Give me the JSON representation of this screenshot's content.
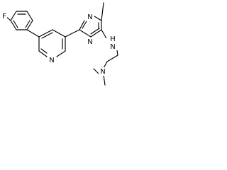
{
  "molecule": {
    "atoms": {
      "fluorine": "F",
      "pyridine_nitrogen": "N",
      "pyrimidine_nitrogen_top": "N",
      "pyrimidine_nitrogen_side": "N",
      "amine_nitrogen": "N",
      "amine_hydrogen": "H",
      "dimethylamine_nitrogen": "N"
    },
    "colors": {
      "bond": "#000000",
      "text": "#000000",
      "background": "#ffffff"
    }
  }
}
